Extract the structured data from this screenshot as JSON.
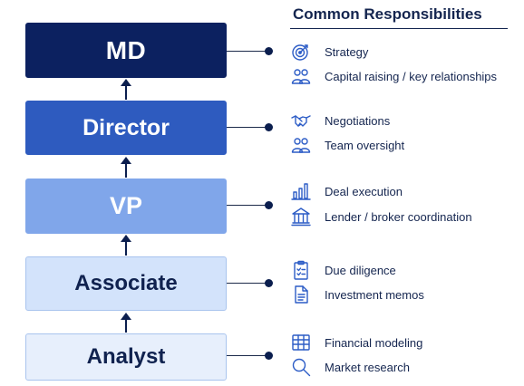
{
  "hierarchy": {
    "levels": [
      {
        "label": "MD",
        "fill": "#0c2160",
        "text_color": "#ffffff",
        "border": "#0c2160"
      },
      {
        "label": "Director",
        "fill": "#2e5bbf",
        "text_color": "#ffffff",
        "border": "#2e5bbf"
      },
      {
        "label": "VP",
        "fill": "#80a6ea",
        "text_color": "#ffffff",
        "border": "#80a6ea"
      },
      {
        "label": "Associate",
        "fill": "#d3e3fb",
        "text_color": "#10224f",
        "border": "#a9c4ee"
      },
      {
        "label": "Analyst",
        "fill": "#e7effc",
        "text_color": "#10224f",
        "border": "#a9c4ee"
      }
    ],
    "arrow_color": "#0b1e4e"
  },
  "responsibilities": {
    "title": "Common Responsibilities",
    "items": [
      {
        "label": "Strategy",
        "icon": "target-icon"
      },
      {
        "label": "Capital raising / key relationships",
        "icon": "people-icon"
      },
      {
        "label": "Negotiations",
        "icon": "handshake-icon"
      },
      {
        "label": "Team oversight",
        "icon": "people-icon"
      },
      {
        "label": "Deal execution",
        "icon": "bar-chart-icon"
      },
      {
        "label": "Lender / broker coordination",
        "icon": "bank-icon"
      },
      {
        "label": "Due diligence",
        "icon": "checklist-icon"
      },
      {
        "label": "Investment memos",
        "icon": "document-icon"
      },
      {
        "label": "Financial modeling",
        "icon": "spreadsheet-icon"
      },
      {
        "label": "Market research",
        "icon": "magnifier-icon"
      }
    ]
  },
  "colors": {
    "accent": "#2c5cc6",
    "text_dark": "#14254f"
  }
}
